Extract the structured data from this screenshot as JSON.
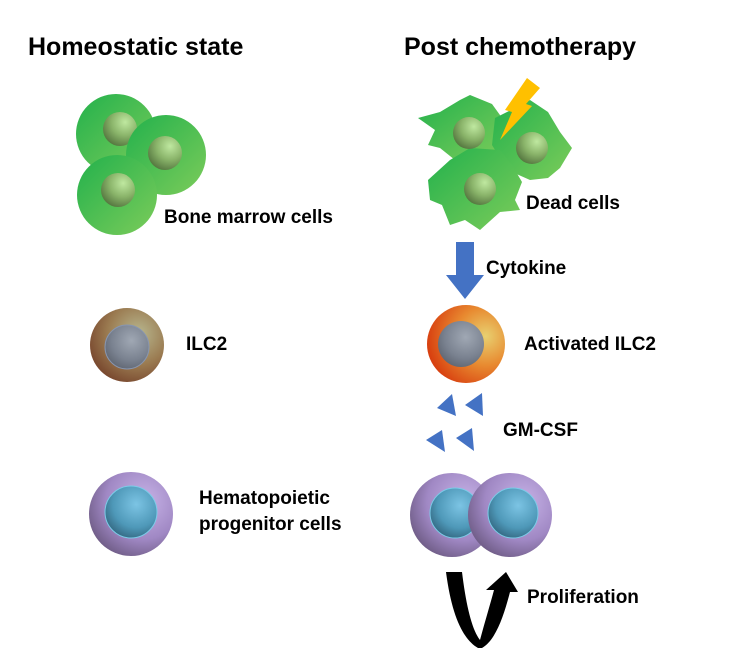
{
  "headers": {
    "left": "Homeostatic state",
    "right": "Post chemotherapy"
  },
  "left_column": {
    "bone_marrow_label": "Bone marrow cells",
    "ilc2_label": "ILC2",
    "progenitor_label_line1": "Hematopoietic",
    "progenitor_label_line2": "progenitor cells"
  },
  "right_column": {
    "dead_cells_label": "Dead cells",
    "cytokine_label": "Cytokine",
    "activated_ilc2_label": "Activated ILC2",
    "gmcsf_label": "GM-CSF",
    "proliferation_label": "Proliferation"
  },
  "colors": {
    "cell_green": "#3cbc4c",
    "lightning": "#ffc000",
    "arrow_blue": "#4472c4",
    "ilc2_brown": "#8a6040",
    "activated_orange": "#e05a10",
    "progenitor_purple": "#a88cc8",
    "progenitor_nucleus": "#5aa8cc"
  }
}
